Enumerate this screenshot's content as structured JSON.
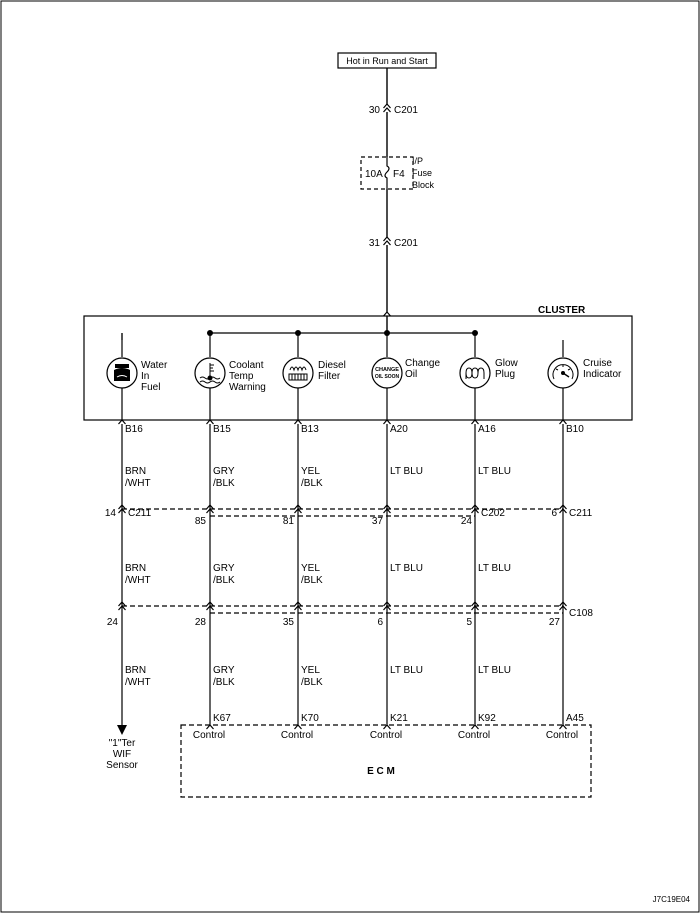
{
  "source": {
    "label": "Hot in Run and Start"
  },
  "connector_top": {
    "pin": "30",
    "name": "C201"
  },
  "fuse": {
    "rating": "10A",
    "id": "F4",
    "label_lines": [
      "I/P",
      "Fuse",
      "Block"
    ]
  },
  "connector_mid": {
    "pin": "31",
    "name": "C201"
  },
  "cluster": {
    "title": "CLUSTER"
  },
  "indicators": [
    {
      "key": "water",
      "label_lines": [
        "Water",
        "In",
        "Fuel"
      ],
      "pin": "B16",
      "icon": "water-in-fuel-icon",
      "icon_text": ""
    },
    {
      "key": "coolant",
      "label_lines": [
        "Coolant",
        "Temp",
        "Warning"
      ],
      "pin": "B15",
      "icon": "coolant-temp-icon",
      "icon_text": ""
    },
    {
      "key": "diesel",
      "label_lines": [
        "Diesel",
        "Filter"
      ],
      "pin": "B13",
      "icon": "diesel-filter-icon",
      "icon_text": ""
    },
    {
      "key": "oil",
      "label_lines": [
        "Change",
        "Oil"
      ],
      "pin": "A20",
      "icon": "change-oil-icon",
      "icon_text_lines": [
        "CHANGE",
        "OIL SOON"
      ]
    },
    {
      "key": "glow",
      "label_lines": [
        "Glow",
        "Plug"
      ],
      "pin": "A16",
      "icon": "glow-plug-icon",
      "icon_text": ""
    },
    {
      "key": "cruise",
      "label_lines": [
        "Cruise",
        "Indicator"
      ],
      "pin": "B10",
      "icon": "cruise-indicator-icon",
      "icon_text": ""
    }
  ],
  "wires": [
    {
      "color_lines": [
        "BRN",
        "/WHT"
      ]
    },
    {
      "color_lines": [
        "GRY",
        "/BLK"
      ]
    },
    {
      "color_lines": [
        "YEL",
        "/BLK"
      ]
    },
    {
      "color_lines": [
        "LT BLU"
      ]
    },
    {
      "color_lines": [
        "LT BLU"
      ]
    },
    {
      "color_lines": []
    }
  ],
  "row_c211_left": {
    "pin": "14",
    "name": "C211"
  },
  "row_c202": {
    "pins": [
      "85",
      "81",
      "37",
      "24"
    ],
    "name": "C202"
  },
  "row_c211_right": {
    "pin": "6",
    "name": "C211"
  },
  "row_c108": {
    "pins": [
      "24",
      "28",
      "35",
      "6",
      "5",
      "27"
    ],
    "name": "C108"
  },
  "sensor": {
    "label_lines": [
      "\"1\"Ter",
      "WIF",
      "Sensor"
    ]
  },
  "ecm": {
    "title": "E C M",
    "pins": [
      "K67",
      "K70",
      "K21",
      "K92",
      "A45"
    ],
    "control_label": "Control"
  },
  "figure_id": "J7C19E04"
}
